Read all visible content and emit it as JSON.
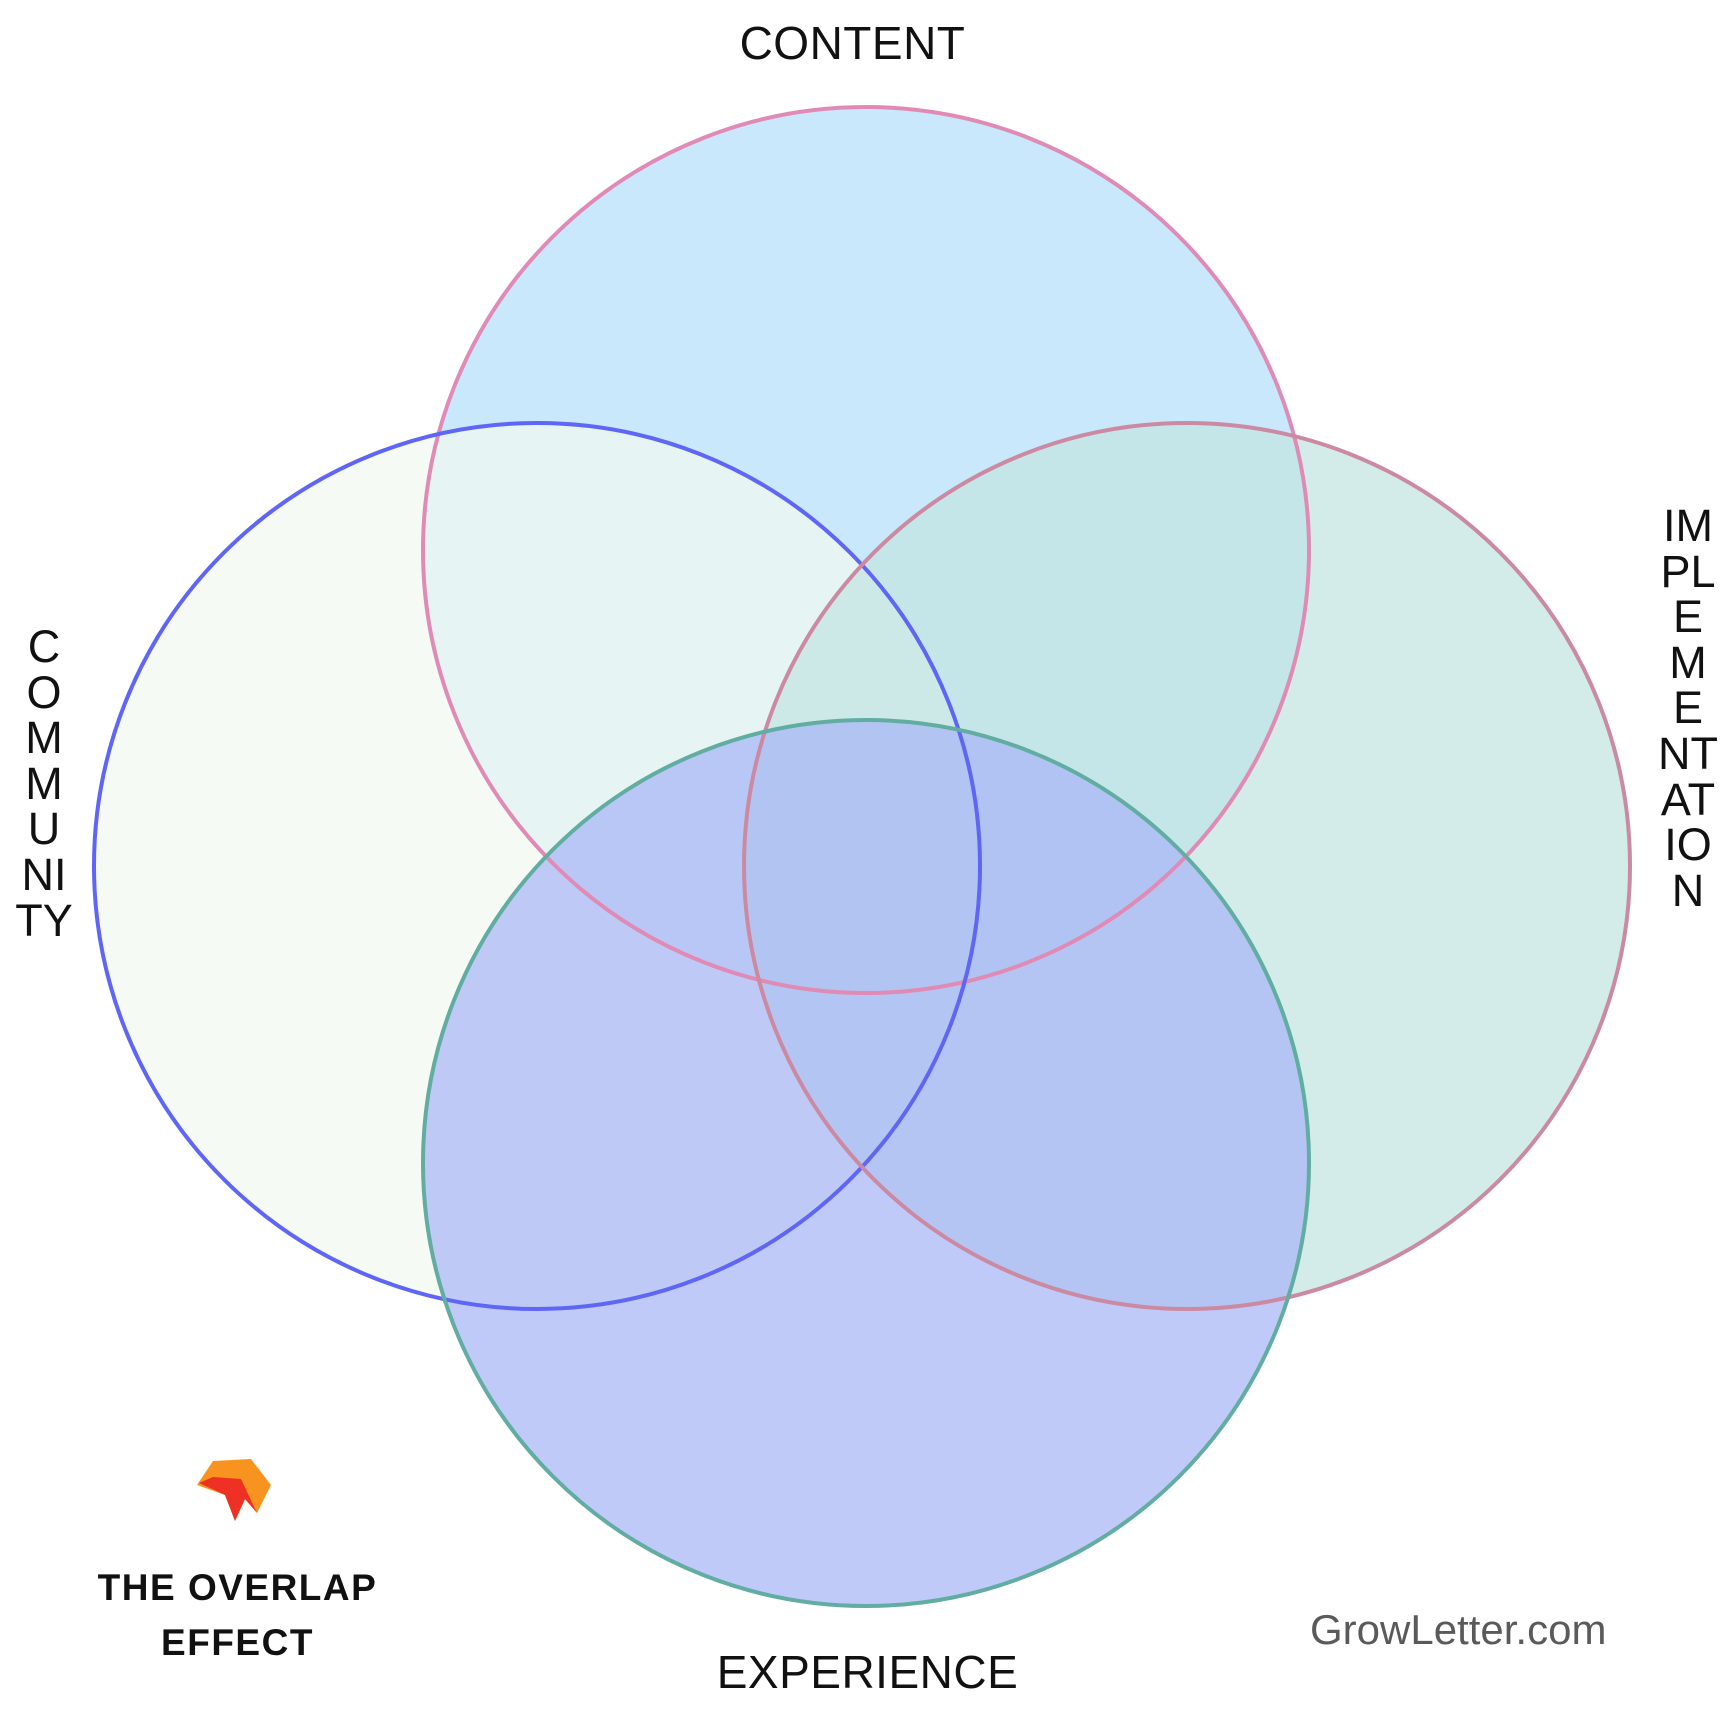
{
  "diagram": {
    "type": "venn",
    "circles": [
      {
        "name": "CONTENT",
        "fill": "#c9e8fb",
        "stroke": "#e08bb5"
      },
      {
        "name": "COMMUNITY",
        "fill": "#f2f8f1",
        "stroke": "#5f66f5"
      },
      {
        "name": "IMPLEMENTATION",
        "fill": "#c2e4e2",
        "stroke": "#cc8aa2"
      },
      {
        "name": "EXPERIENCE",
        "fill": "#a8b5f6",
        "stroke": "#62ada2"
      }
    ],
    "labels": {
      "top": "CONTENT",
      "left": "COMMUNITY",
      "right": "IMPLEMENTATION",
      "bottom": "EXPERIENCE"
    }
  },
  "branding": {
    "title": "THE OVERLAP EFFECT",
    "logo_icon": "orange-red-star-logo",
    "logo_colors": [
      "#f7931e",
      "#ee3124"
    ],
    "watermark": "GrowLetter.com"
  }
}
